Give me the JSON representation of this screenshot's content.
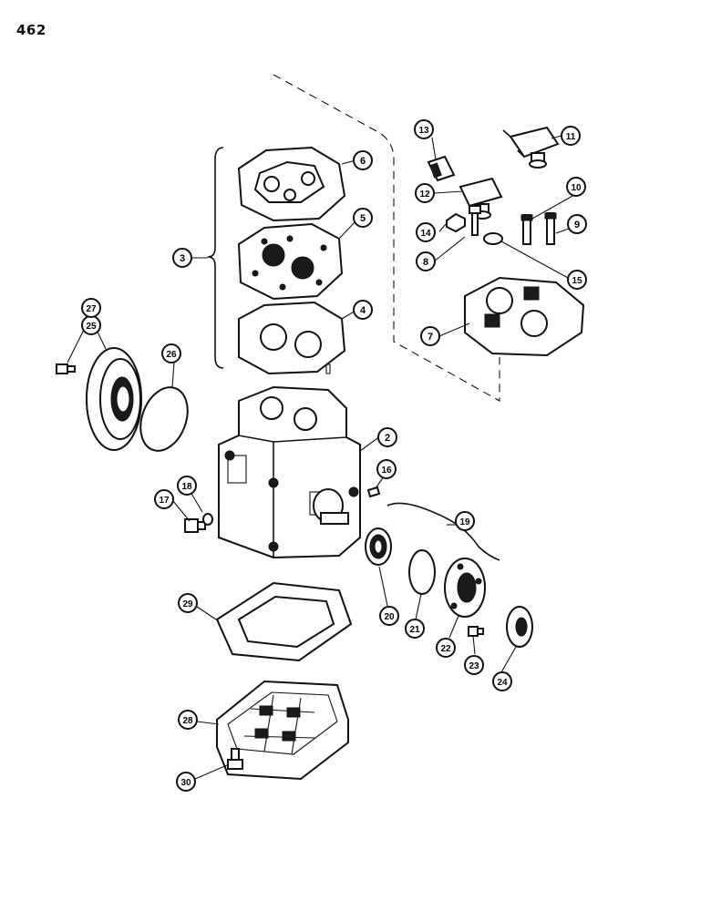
{
  "page_number": "462",
  "callouts": [
    "2",
    "3",
    "4",
    "5",
    "6",
    "7",
    "8",
    "9",
    "10",
    "11",
    "12",
    "13",
    "14",
    "15",
    "16",
    "17",
    "18",
    "19",
    "20",
    "21",
    "22",
    "23",
    "24",
    "25",
    "26",
    "27",
    "28",
    "29",
    "30"
  ],
  "colors": {
    "ink": "#111111",
    "paper": "#ffffff"
  }
}
